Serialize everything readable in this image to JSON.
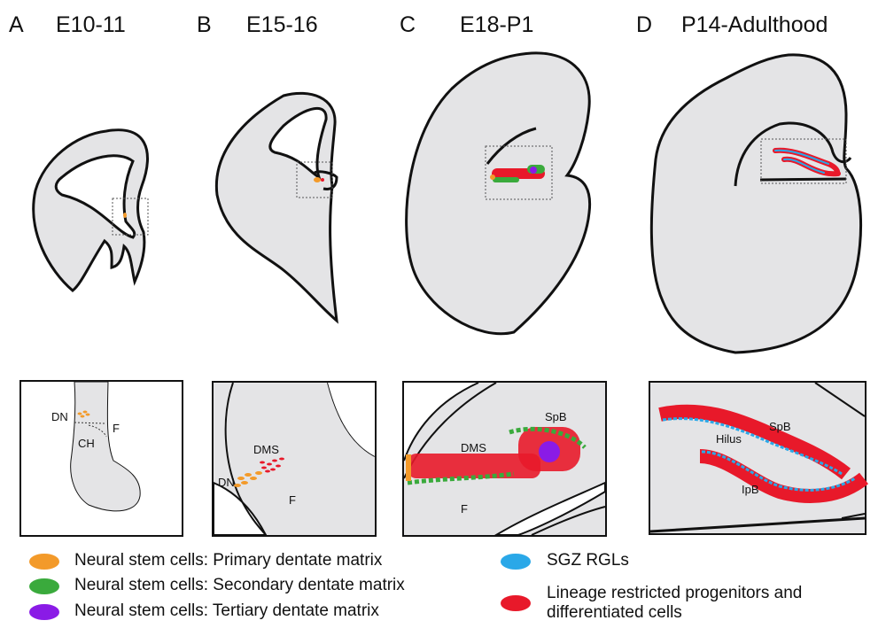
{
  "panels": [
    {
      "letter": "A",
      "stage": "E10-11",
      "labels": [
        "DN",
        "F",
        "CH"
      ]
    },
    {
      "letter": "B",
      "stage": "E15-16",
      "labels": [
        "DMS",
        "DN",
        "F"
      ]
    },
    {
      "letter": "C",
      "stage": "E18-P1",
      "labels": [
        "SpB",
        "DMS",
        "F"
      ]
    },
    {
      "letter": "D",
      "stage": "P14-Adulthood",
      "labels": [
        "SpB",
        "Hilus",
        "IpB"
      ]
    }
  ],
  "legend": [
    {
      "label": "Neural stem cells: Primary dentate matrix",
      "color": "#f39a2a"
    },
    {
      "label": "Neural stem cells: Secondary dentate matrix",
      "color": "#3aaa3c"
    },
    {
      "label": "Neural stem cells: Tertiary dentate matrix",
      "color": "#8a1be6"
    },
    {
      "label": "SGZ RGLs",
      "color": "#2aa8e8"
    },
    {
      "label": "Lineage restricted progenitors and differentiated cells",
      "color": "#e8192a"
    }
  ]
}
